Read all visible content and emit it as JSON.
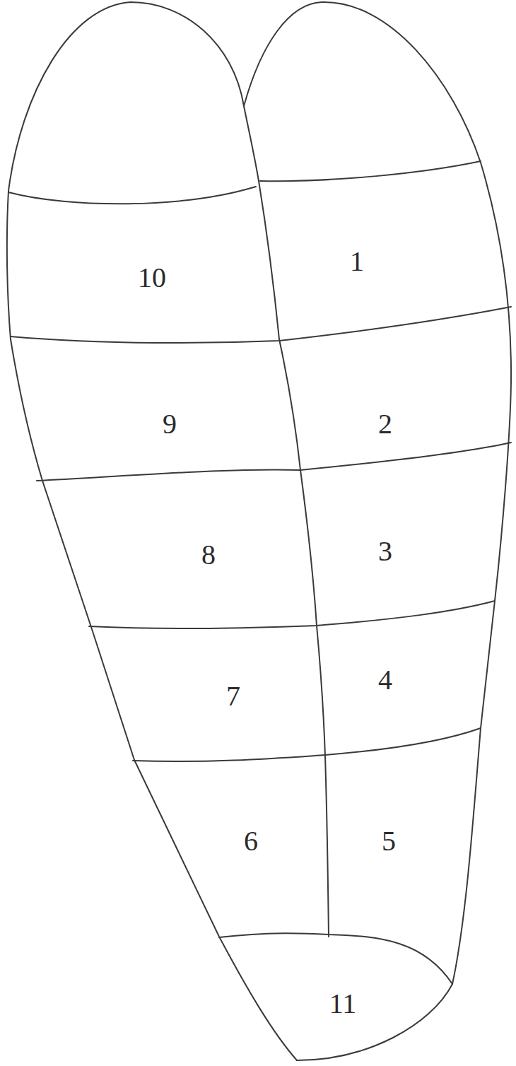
{
  "diagram": {
    "labels": [
      "10",
      "1",
      "9",
      "2",
      "8",
      "3",
      "7",
      "4",
      "6",
      "5",
      "11"
    ]
  }
}
